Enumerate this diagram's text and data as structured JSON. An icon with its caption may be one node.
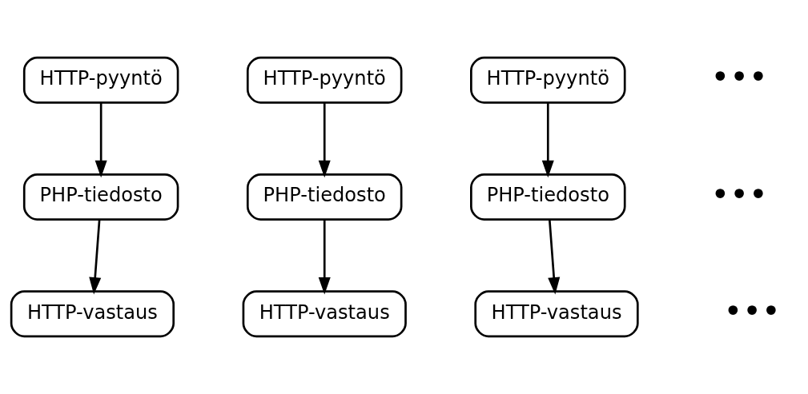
{
  "diagram": {
    "nodes": [
      {
        "text": [
          "HTTP-pyyntö"
        ]
      },
      {
        "text": [
          "HTTP-pyyntö"
        ]
      },
      {
        "text": [
          "HTTP-pyyntö"
        ]
      },
      {
        "text": [
          "PHP-tiedosto"
        ]
      },
      {
        "text": [
          "PHP-tiedosto"
        ]
      },
      {
        "text": [
          "PHP-tiedosto"
        ]
      },
      {
        "text": [
          "HTTP-vastaus"
        ]
      },
      {
        "text": [
          "HTTP-vastaus"
        ]
      },
      {
        "text": [
          "HTTP-vastaus"
        ]
      }
    ],
    "edges": [
      {
        "from": 0,
        "to": 3,
        "arrow": "to"
      },
      {
        "from": 3,
        "to": 6,
        "arrow": "to"
      },
      {
        "from": 1,
        "to": 4,
        "arrow": "to"
      },
      {
        "from": 4,
        "to": 7,
        "arrow": "to"
      },
      {
        "from": 2,
        "to": 5,
        "arrow": "to"
      },
      {
        "from": 5,
        "to": 8,
        "arrow": "to"
      }
    ],
    "labels": [
      "•••",
      "•••",
      "•••"
    ]
  }
}
